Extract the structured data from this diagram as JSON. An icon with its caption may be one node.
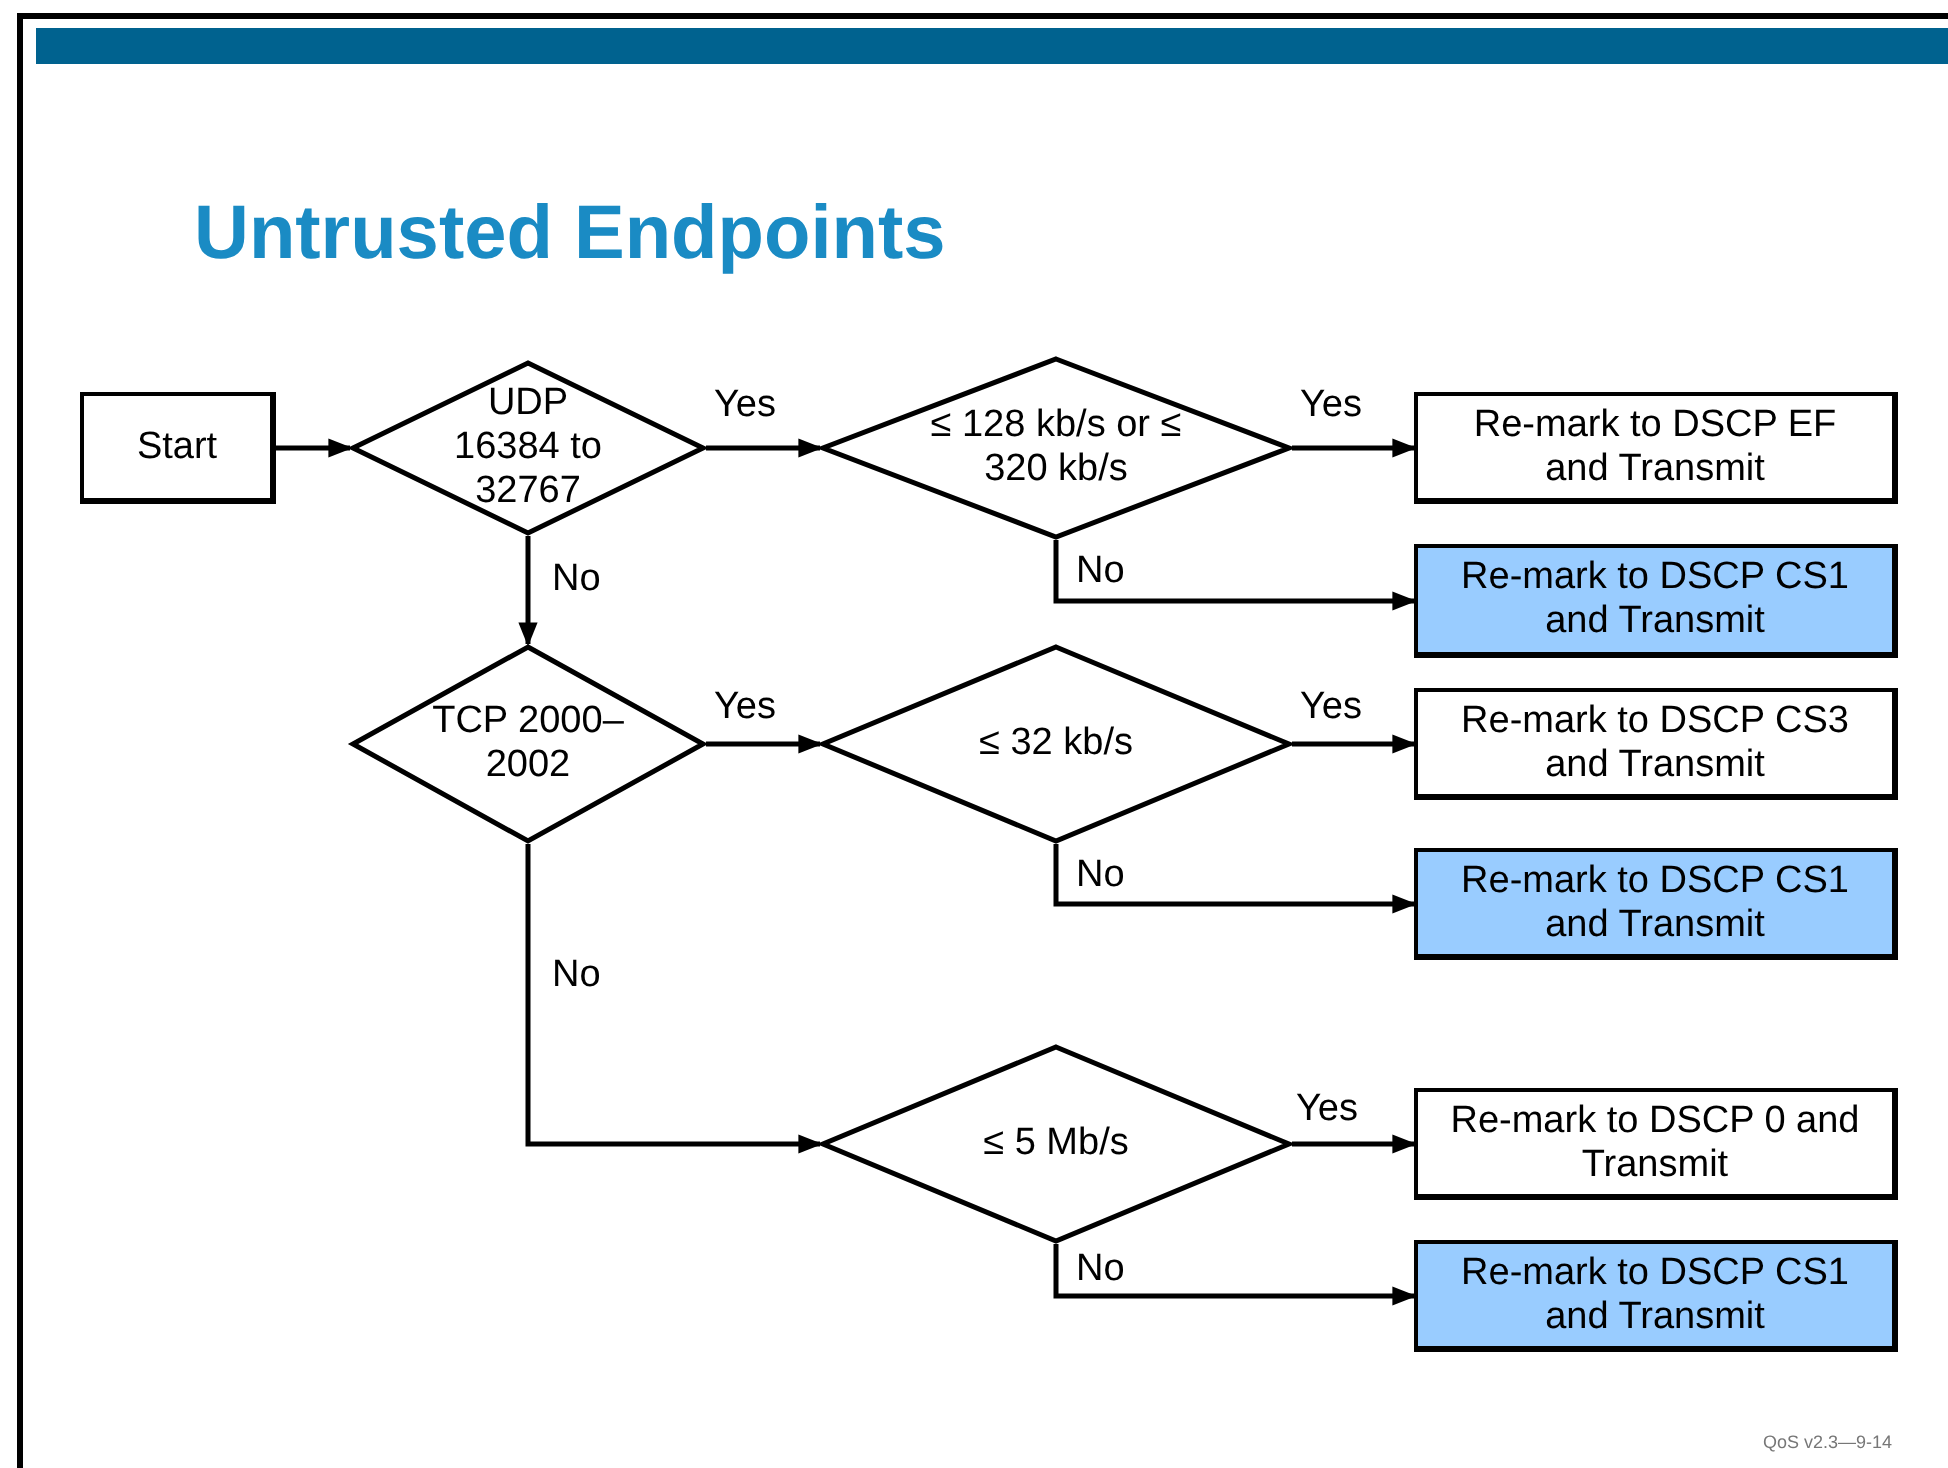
{
  "diagram": {
    "title": "Untrusted Endpoints",
    "nodes": [
      {
        "text": [
          "Start"
        ]
      },
      {
        "text": [
          "UDP 16384 to 32767"
        ]
      },
      {
        "text": [
          "≤ 128 kb/s or ≤ 320 kb/s"
        ]
      },
      {
        "text": [
          "Re-mark to DSCP EF and Transmit"
        ]
      },
      {
        "text": [
          "Re-mark to DSCP CS1 and Transmit"
        ]
      },
      {
        "text": [
          "TCP 2000–2002"
        ]
      },
      {
        "text": [
          "≤ 32 kb/s"
        ]
      },
      {
        "text": [
          "Re-mark to DSCP CS3 and Transmit"
        ]
      },
      {
        "text": [
          "Re-mark to DSCP CS1 and Transmit"
        ]
      },
      {
        "text": [
          "≤ 5 Mb/s"
        ]
      },
      {
        "text": [
          "Re-mark to DSCP 0 and Transmit"
        ]
      },
      {
        "text": [
          "Re-mark to DSCP CS1 and Transmit"
        ]
      }
    ],
    "edges": [
      {
        "from": 0,
        "to": 1,
        "arrow": "to"
      },
      {
        "from": 1,
        "to": 2,
        "arrow": "to",
        "label": "Yes"
      },
      {
        "from": 2,
        "to": 3,
        "arrow": "to",
        "label": "Yes"
      },
      {
        "from": 2,
        "to": 4,
        "arrow": "to",
        "label": "No"
      },
      {
        "from": 1,
        "to": 5,
        "arrow": "to",
        "label": "No"
      },
      {
        "from": 5,
        "to": 6,
        "arrow": "to",
        "label": "Yes"
      },
      {
        "from": 6,
        "to": 7,
        "arrow": "to",
        "label": "Yes"
      },
      {
        "from": 6,
        "to": 8,
        "arrow": "to",
        "label": "No"
      },
      {
        "from": 5,
        "to": 9,
        "arrow": "to",
        "label": "No"
      },
      {
        "from": 9,
        "to": 10,
        "arrow": "to",
        "label": "Yes"
      },
      {
        "from": 9,
        "to": 11,
        "arrow": "to",
        "label": "No"
      }
    ],
    "labels": [
      "QoS v2.3—9-14"
    ]
  }
}
